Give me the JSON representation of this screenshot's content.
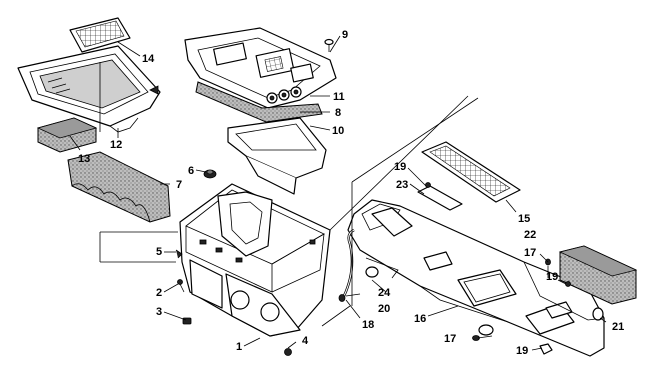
{
  "callouts": {
    "c1": "1",
    "c2": "2",
    "c3": "3",
    "c4": "4",
    "c5": "5",
    "c6": "6",
    "c7": "7",
    "c8": "8",
    "c9": "9",
    "c10": "10",
    "c11": "11",
    "c12": "12",
    "c13": "13",
    "c14": "14",
    "c15": "15",
    "c16": "16",
    "c17a": "17",
    "c17b": "17",
    "c18": "18",
    "c19a": "19",
    "c19b": "19",
    "c19c": "19",
    "c20": "20",
    "c21": "21",
    "c22": "22",
    "c23": "23",
    "c24": "24"
  }
}
